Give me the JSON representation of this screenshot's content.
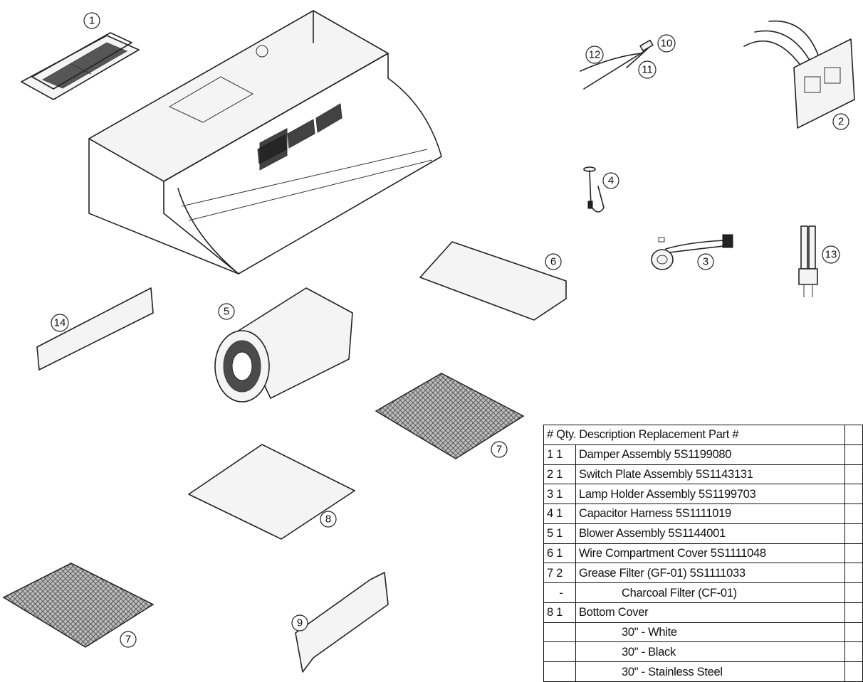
{
  "callouts": {
    "c1": "1",
    "c2": "2",
    "c3": "3",
    "c4": "4",
    "c5": "5",
    "c6": "6",
    "c7a": "7",
    "c7b": "7",
    "c8": "8",
    "c9": "9",
    "c10": "10",
    "c11": "11",
    "c12": "12",
    "c13": "13",
    "c14": "14"
  },
  "parts_table": {
    "header": "# Qty. Description Replacement Part #",
    "rows": [
      {
        "idx": "1 1",
        "text": "Damper Assembly 5S1199080"
      },
      {
        "idx": "2 1",
        "text": "Switch Plate Assembly 5S1143131"
      },
      {
        "idx": "3 1",
        "text": "Lamp Holder Assembly 5S1199703"
      },
      {
        "idx": "4 1",
        "text": "Capacitor Harness 5S1111019"
      },
      {
        "idx": "5 1",
        "text": "Blower Assembly 5S1144001"
      },
      {
        "idx": "6 1",
        "text": "Wire Compartment Cover 5S1111048"
      },
      {
        "idx": "7 2",
        "text": "Grease Filter (GF-01) 5S1111033"
      },
      {
        "idx": "",
        "qty": "-",
        "text": "Charcoal Filter (CF-01)"
      },
      {
        "idx": "8 1",
        "text": "Bottom Cover"
      },
      {
        "idx": "",
        "text": "30\" - White"
      },
      {
        "idx": "",
        "text": "30\" - Black"
      },
      {
        "idx": "",
        "text": "30\" - Stainless Steel"
      }
    ]
  }
}
